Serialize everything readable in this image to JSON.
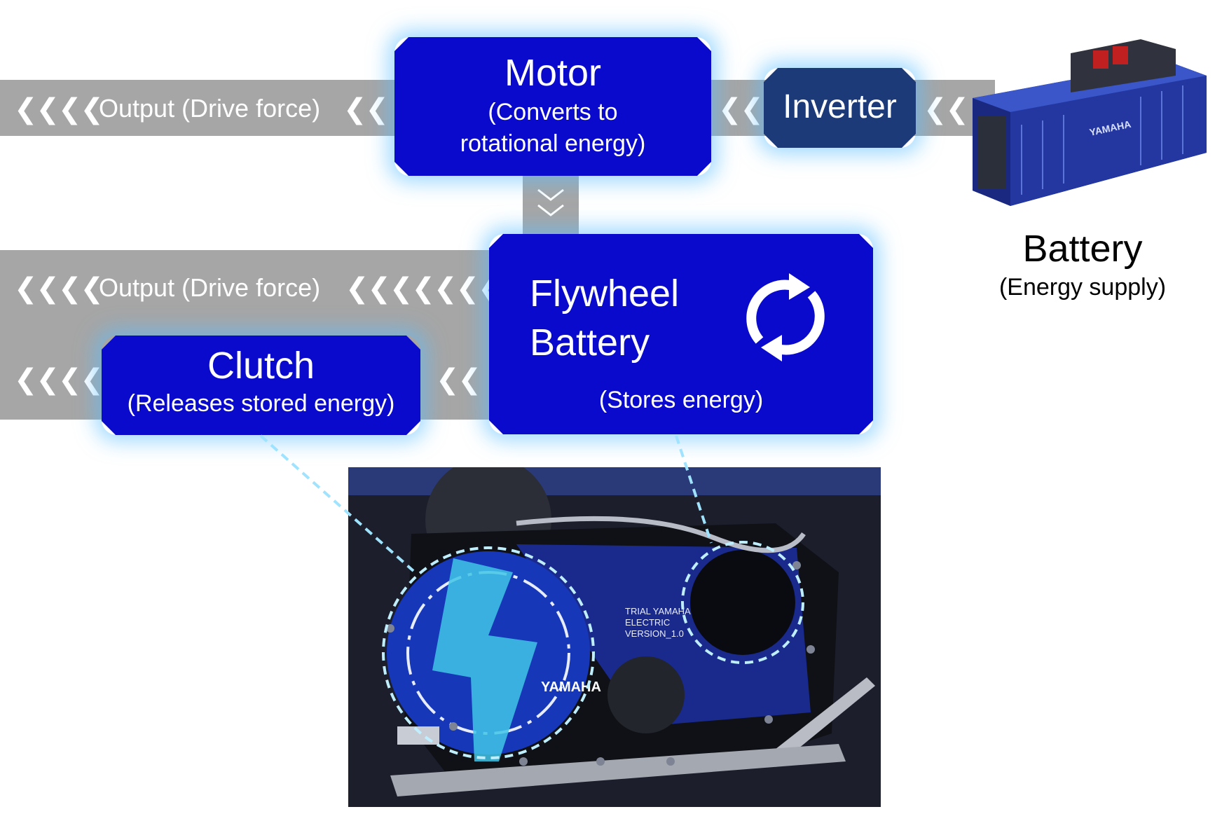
{
  "flow": {
    "output_top": "Output (Drive force)",
    "output_mid": "Output (Drive force)",
    "chevrons_long": "❮❮❮❮",
    "chevrons_short": "❮❮",
    "chevrons_many": "❮❮❮❮❮❮❮❮"
  },
  "motor": {
    "title": "Motor",
    "sub1": "(Converts to",
    "sub2": "rotational energy)"
  },
  "inverter": {
    "title": "Inverter"
  },
  "flywheel": {
    "title1": "Flywheel",
    "title2": "Battery",
    "sub": "(Stores energy)",
    "icon": "rotate-arrows-icon"
  },
  "clutch": {
    "title": "Clutch",
    "sub": "(Releases stored energy)"
  },
  "battery": {
    "title": "Battery",
    "sub": "(Energy supply)",
    "logo": "YAMAHA"
  },
  "photo": {
    "cover_brand": "YAMAHA",
    "cover_text1": "TRIAL YAMAHA",
    "cover_text2": "ELECTRIC",
    "cover_text3": "VERSION_1.0"
  },
  "colors": {
    "box": "#0a0acc",
    "inverter": "#1c3a78",
    "band": "#a6a6a6",
    "glow": "#5abeff",
    "dashed": "#9fe3ff"
  }
}
